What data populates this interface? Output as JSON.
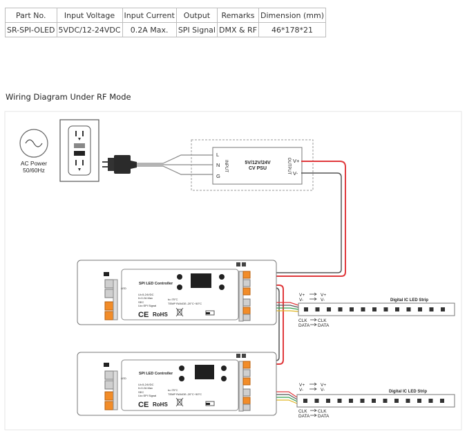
{
  "spec_table": {
    "headers": [
      "Part No.",
      "Input Voltage",
      "Input Current",
      "Output",
      "Remarks",
      "Dimension (mm)"
    ],
    "row": [
      "SR-SPI-OLED",
      "5VDC/12-24VDC",
      "0.2A Max.",
      "SPI Signal",
      "DMX & RF",
      "46*178*21"
    ]
  },
  "section_title": "Wiring Diagram Under RF Mode",
  "ac_power": {
    "label": "AC Power",
    "freq": "50/60Hz"
  },
  "psu": {
    "title": "5V/12V/24V",
    "subtitle": "CV PSU",
    "in_l": "L",
    "in_n": "N",
    "in_g": "G",
    "input": "INPUT",
    "output": "OUTPUT",
    "vplus": "V+",
    "vminus": "V-"
  },
  "controller": {
    "title": "SPI LED Controller",
    "ce": "CE",
    "rohs": "RoHS",
    "led": "LED",
    "spec1": "Ui=5-24VDC",
    "spec2": "Ii=0.2A Max",
    "spec_sec": "SEC",
    "spec3": "Uo=SPI Signal",
    "temp": "TEMP RANGE:-20°C~50°C",
    "tc": "tc=75°C"
  },
  "strip": {
    "label": "Digital IC LED Strip",
    "vplus": "V+",
    "vminus": "V-",
    "clk": "CLK",
    "data": "DATA"
  },
  "colors": {
    "wire_red": "#e0383b",
    "wire_black": "#666666",
    "wire_green": "#2f9e4a",
    "wire_yellow": "#e0b420",
    "terminal_orange": "#f28c28",
    "led_dark": "#333333"
  }
}
